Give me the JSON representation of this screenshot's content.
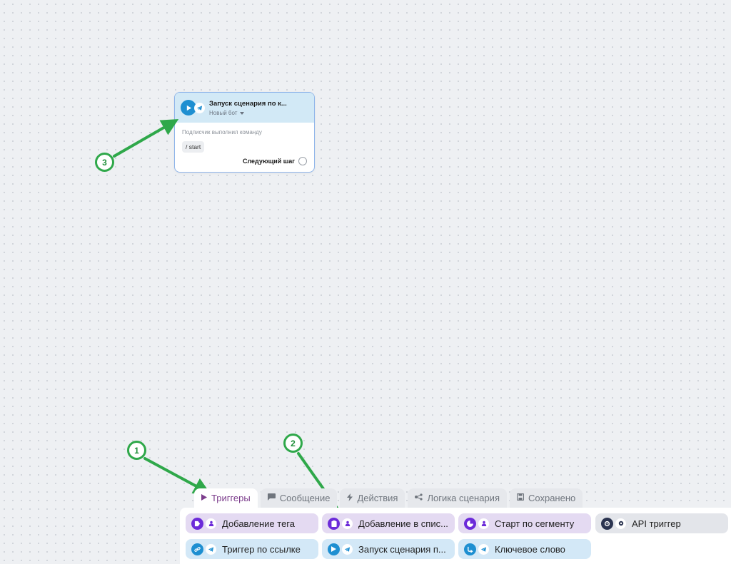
{
  "canvas": {
    "background": "#eef0f3"
  },
  "node": {
    "title": "Запуск сценария по к...",
    "bot_name": "Новый бот",
    "condition_label": "Подписчик выполнил команду",
    "command": "/ start",
    "next_step_label": "Следующий шаг",
    "header_color": "#d2e9f6",
    "border_color": "#8fb5ea"
  },
  "annotations": {
    "badges": [
      "1",
      "2",
      "3"
    ],
    "arrow_color": "#2fa84a"
  },
  "tabs": [
    {
      "label": "Триггеры",
      "icon": "play-icon",
      "active": true
    },
    {
      "label": "Сообщение",
      "icon": "chat-icon",
      "active": false
    },
    {
      "label": "Действия",
      "icon": "lightning-icon",
      "active": false
    },
    {
      "label": "Логика сценария",
      "icon": "share-icon",
      "active": false
    },
    {
      "label": "Сохранено",
      "icon": "save-icon",
      "active": false
    }
  ],
  "triggers": [
    {
      "label": "Добавление тега",
      "icon": "tag-icon",
      "secondary_icon": "user-icon",
      "color": "purple"
    },
    {
      "label": "Добавление в спис...",
      "icon": "list-icon",
      "secondary_icon": "user-icon",
      "color": "purple"
    },
    {
      "label": "Старт по сегменту",
      "icon": "pie-icon",
      "secondary_icon": "user-icon",
      "color": "purple"
    },
    {
      "label": "API триггер",
      "icon": "gear-icon",
      "secondary_icon": "api-icon",
      "color": "grey"
    },
    {
      "label": "Триггер по ссылке",
      "icon": "link-icon",
      "secondary_icon": "telegram-icon",
      "color": "blue"
    },
    {
      "label": "Запуск сценария п...",
      "icon": "play-icon",
      "secondary_icon": "telegram-icon",
      "color": "blue"
    },
    {
      "label": "Ключевое слово",
      "icon": "keyword-icon",
      "secondary_icon": "telegram-icon",
      "color": "blue"
    }
  ],
  "colors": {
    "accent": "#7c3d8c",
    "purple_icon": "#6c2bd9",
    "blue_icon": "#1e8fd1",
    "dark_icon": "#2b3450"
  }
}
